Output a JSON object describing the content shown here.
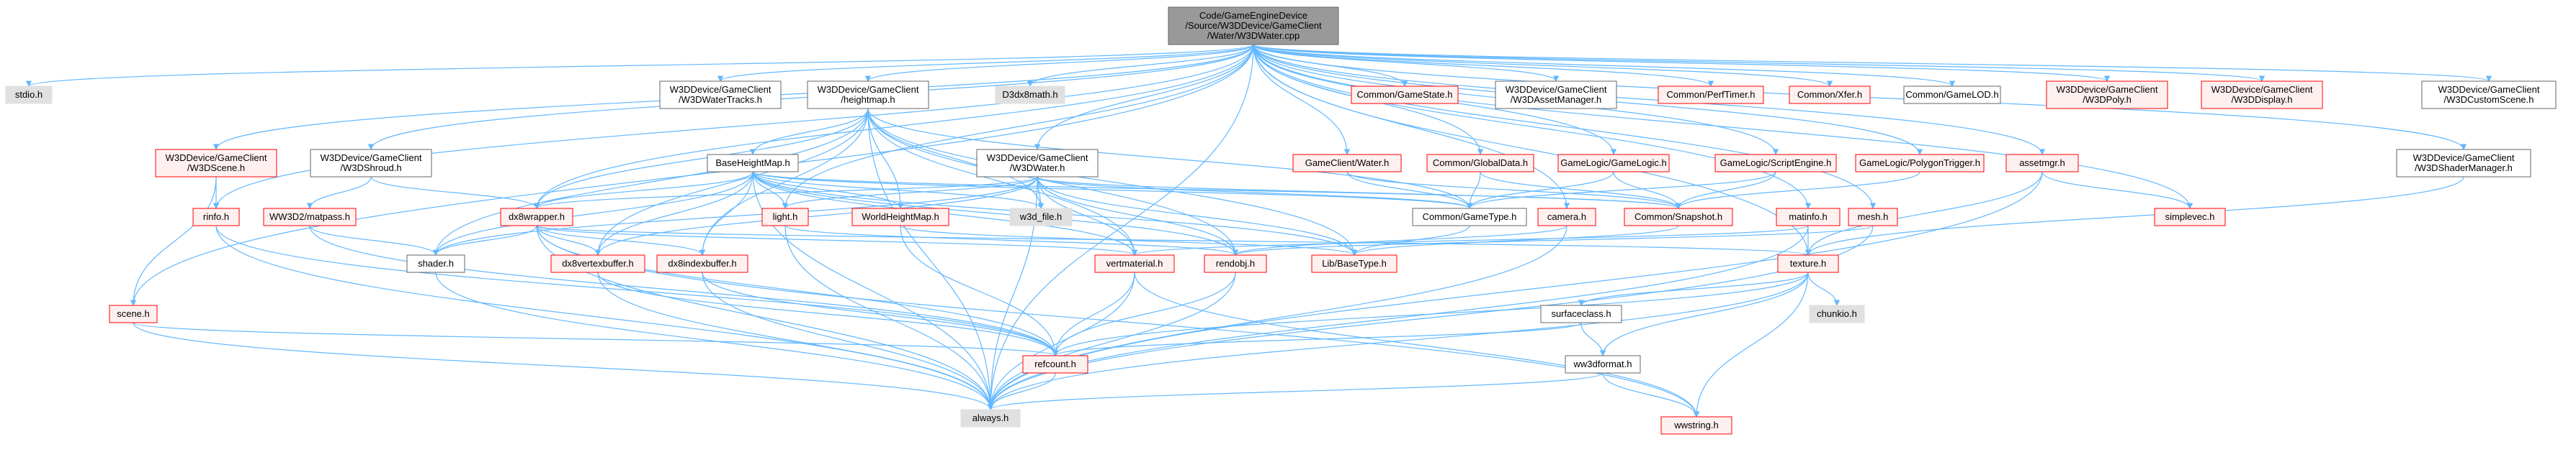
{
  "graph": {
    "style": {
      "node_border_red": "#ff0000",
      "node_border_black": "#666666",
      "node_fill": "#ffffff",
      "node_fill_red": "#fff0f0",
      "node_fill_gray": "#e0e0e0",
      "root_fill": "#999999",
      "edge_color": "#63b8ff"
    },
    "nodes": [
      {
        "id": "root",
        "lines": [
          "Code/GameEngineDevice",
          "/Source/W3DDevice/GameClient",
          "/Water/W3DWater.cpp"
        ],
        "kind": "root"
      },
      {
        "id": "stdio",
        "lines": [
          "stdio.h"
        ],
        "kind": "gray"
      },
      {
        "id": "watertracks",
        "lines": [
          "W3DDevice/GameClient",
          "/W3DWaterTracks.h"
        ],
        "kind": "black"
      },
      {
        "id": "heightmap",
        "lines": [
          "W3DDevice/GameClient",
          "/heightmap.h"
        ],
        "kind": "black"
      },
      {
        "id": "d3dx8math",
        "lines": [
          "D3dx8math.h"
        ],
        "kind": "gray"
      },
      {
        "id": "gamestate",
        "lines": [
          "Common/GameState.h"
        ],
        "kind": "red"
      },
      {
        "id": "assetmgr_client",
        "lines": [
          "W3DDevice/GameClient",
          "/W3DAssetManager.h"
        ],
        "kind": "black"
      },
      {
        "id": "perftimer",
        "lines": [
          "Common/PerfTimer.h"
        ],
        "kind": "red"
      },
      {
        "id": "xfer",
        "lines": [
          "Common/Xfer.h"
        ],
        "kind": "red"
      },
      {
        "id": "gamelod",
        "lines": [
          "Common/GameLOD.h"
        ],
        "kind": "black"
      },
      {
        "id": "w3dpoly",
        "lines": [
          "W3DDevice/GameClient",
          "/W3DPoly.h"
        ],
        "kind": "red"
      },
      {
        "id": "w3ddisplay",
        "lines": [
          "W3DDevice/GameClient",
          "/W3DDisplay.h"
        ],
        "kind": "red"
      },
      {
        "id": "customscene",
        "lines": [
          "W3DDevice/GameClient",
          "/W3DCustomScene.h"
        ],
        "kind": "black"
      },
      {
        "id": "w3dscene",
        "lines": [
          "W3DDevice/GameClient",
          "/W3DScene.h"
        ],
        "kind": "red"
      },
      {
        "id": "w3dshroud",
        "lines": [
          "W3DDevice/GameClient",
          "/W3DShroud.h"
        ],
        "kind": "black"
      },
      {
        "id": "baseheightmap",
        "lines": [
          "BaseHeightMap.h"
        ],
        "kind": "black"
      },
      {
        "id": "w3dwater",
        "lines": [
          "W3DDevice/GameClient",
          "/W3DWater.h"
        ],
        "kind": "black"
      },
      {
        "id": "gameclientwater",
        "lines": [
          "GameClient/Water.h"
        ],
        "kind": "red"
      },
      {
        "id": "globaldata",
        "lines": [
          "Common/GlobalData.h"
        ],
        "kind": "red"
      },
      {
        "id": "gamelogic",
        "lines": [
          "GameLogic/GameLogic.h"
        ],
        "kind": "red"
      },
      {
        "id": "scriptengine",
        "lines": [
          "GameLogic/ScriptEngine.h"
        ],
        "kind": "red"
      },
      {
        "id": "polygontrigger",
        "lines": [
          "GameLogic/PolygonTrigger.h"
        ],
        "kind": "red"
      },
      {
        "id": "assetmgr",
        "lines": [
          "assetmgr.h"
        ],
        "kind": "red"
      },
      {
        "id": "shadermgr",
        "lines": [
          "W3DDevice/GameClient",
          "/W3DShaderManager.h"
        ],
        "kind": "black"
      },
      {
        "id": "rinfo",
        "lines": [
          "rinfo.h"
        ],
        "kind": "red"
      },
      {
        "id": "matpass",
        "lines": [
          "WW3D2/matpass.h"
        ],
        "kind": "red"
      },
      {
        "id": "dx8wrapper",
        "lines": [
          "dx8wrapper.h"
        ],
        "kind": "red"
      },
      {
        "id": "light",
        "lines": [
          "light.h"
        ],
        "kind": "red"
      },
      {
        "id": "w3dfile",
        "lines": [
          "w3d_file.h"
        ],
        "kind": "gray"
      },
      {
        "id": "worldheightmap",
        "lines": [
          "WorldHeightMap.h"
        ],
        "kind": "red"
      },
      {
        "id": "gametype",
        "lines": [
          "Common/GameType.h"
        ],
        "kind": "black"
      },
      {
        "id": "camera",
        "lines": [
          "camera.h"
        ],
        "kind": "red"
      },
      {
        "id": "snapshot",
        "lines": [
          "Common/Snapshot.h"
        ],
        "kind": "red"
      },
      {
        "id": "matinfo",
        "lines": [
          "matinfo.h"
        ],
        "kind": "red"
      },
      {
        "id": "mesh",
        "lines": [
          "mesh.h"
        ],
        "kind": "red"
      },
      {
        "id": "simplevec",
        "lines": [
          "simplevec.h"
        ],
        "kind": "red"
      },
      {
        "id": "shader",
        "lines": [
          "shader.h"
        ],
        "kind": "black"
      },
      {
        "id": "dx8vertexbuffer",
        "lines": [
          "dx8vertexbuffer.h"
        ],
        "kind": "red"
      },
      {
        "id": "dx8indexbuffer",
        "lines": [
          "dx8indexbuffer.h"
        ],
        "kind": "red"
      },
      {
        "id": "vertmaterial",
        "lines": [
          "vertmaterial.h"
        ],
        "kind": "red"
      },
      {
        "id": "rendobj",
        "lines": [
          "rendobj.h"
        ],
        "kind": "red"
      },
      {
        "id": "basetype",
        "lines": [
          "Lib/BaseType.h"
        ],
        "kind": "red"
      },
      {
        "id": "texture",
        "lines": [
          "texture.h"
        ],
        "kind": "red"
      },
      {
        "id": "scene",
        "lines": [
          "scene.h"
        ],
        "kind": "red"
      },
      {
        "id": "surfaceclass",
        "lines": [
          "surfaceclass.h"
        ],
        "kind": "black"
      },
      {
        "id": "chunkio",
        "lines": [
          "chunkio.h"
        ],
        "kind": "gray"
      },
      {
        "id": "refcount",
        "lines": [
          "refcount.h"
        ],
        "kind": "red"
      },
      {
        "id": "ww3dformat",
        "lines": [
          "ww3dformat.h"
        ],
        "kind": "black"
      },
      {
        "id": "always",
        "lines": [
          "always.h"
        ],
        "kind": "gray"
      },
      {
        "id": "wwstring",
        "lines": [
          "wwstring.h"
        ],
        "kind": "red"
      }
    ],
    "edges": [
      [
        "root",
        "stdio"
      ],
      [
        "root",
        "watertracks"
      ],
      [
        "root",
        "heightmap"
      ],
      [
        "root",
        "d3dx8math"
      ],
      [
        "root",
        "gamestate"
      ],
      [
        "root",
        "assetmgr_client"
      ],
      [
        "root",
        "perftimer"
      ],
      [
        "root",
        "xfer"
      ],
      [
        "root",
        "gamelod"
      ],
      [
        "root",
        "w3dpoly"
      ],
      [
        "root",
        "w3ddisplay"
      ],
      [
        "root",
        "customscene"
      ],
      [
        "root",
        "w3dscene"
      ],
      [
        "root",
        "w3dshroud"
      ],
      [
        "root",
        "w3dwater"
      ],
      [
        "root",
        "gameclientwater"
      ],
      [
        "root",
        "globaldata"
      ],
      [
        "root",
        "gamelogic"
      ],
      [
        "root",
        "scriptengine"
      ],
      [
        "root",
        "polygontrigger"
      ],
      [
        "root",
        "assetmgr"
      ],
      [
        "root",
        "shadermgr"
      ],
      [
        "root",
        "rinfo"
      ],
      [
        "root",
        "camera"
      ],
      [
        "root",
        "matinfo"
      ],
      [
        "root",
        "mesh"
      ],
      [
        "root",
        "simplevec"
      ],
      [
        "root",
        "texture"
      ],
      [
        "root",
        "scene"
      ],
      [
        "root",
        "dx8wrapper"
      ],
      [
        "root",
        "light"
      ],
      [
        "root",
        "always"
      ],
      [
        "heightmap",
        "baseheightmap"
      ],
      [
        "heightmap",
        "dx8wrapper"
      ],
      [
        "heightmap",
        "shader"
      ],
      [
        "heightmap",
        "dx8vertexbuffer"
      ],
      [
        "heightmap",
        "dx8indexbuffer"
      ],
      [
        "heightmap",
        "vertmaterial"
      ],
      [
        "heightmap",
        "rendobj"
      ],
      [
        "heightmap",
        "w3dfile"
      ],
      [
        "heightmap",
        "worldheightmap"
      ],
      [
        "heightmap",
        "gametype"
      ],
      [
        "heightmap",
        "basetype"
      ],
      [
        "heightmap",
        "always"
      ],
      [
        "w3dscene",
        "rinfo"
      ],
      [
        "w3dscene",
        "scene"
      ],
      [
        "w3dshroud",
        "matpass"
      ],
      [
        "w3dshroud",
        "dx8wrapper"
      ],
      [
        "baseheightmap",
        "dx8wrapper"
      ],
      [
        "baseheightmap",
        "shader"
      ],
      [
        "baseheightmap",
        "light"
      ],
      [
        "baseheightmap",
        "w3dfile"
      ],
      [
        "baseheightmap",
        "worldheightmap"
      ],
      [
        "baseheightmap",
        "dx8vertexbuffer"
      ],
      [
        "baseheightmap",
        "dx8indexbuffer"
      ],
      [
        "baseheightmap",
        "vertmaterial"
      ],
      [
        "baseheightmap",
        "rendobj"
      ],
      [
        "baseheightmap",
        "gametype"
      ],
      [
        "baseheightmap",
        "snapshot"
      ],
      [
        "baseheightmap",
        "basetype"
      ],
      [
        "baseheightmap",
        "always"
      ],
      [
        "w3dwater",
        "w3dfile"
      ],
      [
        "w3dwater",
        "dx8wrapper"
      ],
      [
        "w3dwater",
        "shader"
      ],
      [
        "w3dwater",
        "vertmaterial"
      ],
      [
        "w3dwater",
        "rendobj"
      ],
      [
        "w3dwater",
        "gametype"
      ],
      [
        "w3dwater",
        "snapshot"
      ],
      [
        "w3dwater",
        "basetype"
      ],
      [
        "w3dwater",
        "light"
      ],
      [
        "w3dwater",
        "dx8vertexbuffer"
      ],
      [
        "w3dwater",
        "always"
      ],
      [
        "gameclientwater",
        "gametype"
      ],
      [
        "gameclientwater",
        "snapshot"
      ],
      [
        "globaldata",
        "gametype"
      ],
      [
        "globaldata",
        "snapshot"
      ],
      [
        "gamelogic",
        "gametype"
      ],
      [
        "gamelogic",
        "snapshot"
      ],
      [
        "scriptengine",
        "snapshot"
      ],
      [
        "scriptengine",
        "gametype"
      ],
      [
        "polygontrigger",
        "snapshot"
      ],
      [
        "assetmgr",
        "simplevec"
      ],
      [
        "assetmgr",
        "texture"
      ],
      [
        "assetmgr",
        "always"
      ],
      [
        "shadermgr",
        "texture"
      ],
      [
        "rinfo",
        "always"
      ],
      [
        "rinfo",
        "refcount"
      ],
      [
        "matpass",
        "shader"
      ],
      [
        "matpass",
        "refcount"
      ],
      [
        "dx8wrapper",
        "shader"
      ],
      [
        "dx8wrapper",
        "dx8vertexbuffer"
      ],
      [
        "dx8wrapper",
        "dx8indexbuffer"
      ],
      [
        "dx8wrapper",
        "vertmaterial"
      ],
      [
        "dx8wrapper",
        "texture"
      ],
      [
        "dx8wrapper",
        "refcount"
      ],
      [
        "dx8wrapper",
        "always"
      ],
      [
        "dx8wrapper",
        "wwstring"
      ],
      [
        "light",
        "rendobj"
      ],
      [
        "light",
        "always"
      ],
      [
        "worldheightmap",
        "refcount"
      ],
      [
        "worldheightmap",
        "basetype"
      ],
      [
        "gametype",
        "basetype"
      ],
      [
        "camera",
        "rendobj"
      ],
      [
        "camera",
        "always"
      ],
      [
        "snapshot",
        "basetype"
      ],
      [
        "matinfo",
        "vertmaterial"
      ],
      [
        "matinfo",
        "texture"
      ],
      [
        "matinfo",
        "always"
      ],
      [
        "mesh",
        "rendobj"
      ],
      [
        "mesh",
        "always"
      ],
      [
        "shader",
        "always"
      ],
      [
        "dx8vertexbuffer",
        "refcount"
      ],
      [
        "dx8vertexbuffer",
        "always"
      ],
      [
        "dx8indexbuffer",
        "refcount"
      ],
      [
        "dx8indexbuffer",
        "always"
      ],
      [
        "vertmaterial",
        "refcount"
      ],
      [
        "vertmaterial",
        "always"
      ],
      [
        "vertmaterial",
        "wwstring"
      ],
      [
        "rendobj",
        "refcount"
      ],
      [
        "rendobj",
        "always"
      ],
      [
        "texture",
        "chunkio"
      ],
      [
        "texture",
        "surfaceclass"
      ],
      [
        "texture",
        "refcount"
      ],
      [
        "texture",
        "ww3dformat"
      ],
      [
        "texture",
        "always"
      ],
      [
        "texture",
        "wwstring"
      ],
      [
        "scene",
        "refcount"
      ],
      [
        "scene",
        "always"
      ],
      [
        "surfaceclass",
        "refcount"
      ],
      [
        "surfaceclass",
        "ww3dformat"
      ],
      [
        "ww3dformat",
        "always"
      ],
      [
        "ww3dformat",
        "wwstring"
      ],
      [
        "refcount",
        "always"
      ]
    ]
  }
}
